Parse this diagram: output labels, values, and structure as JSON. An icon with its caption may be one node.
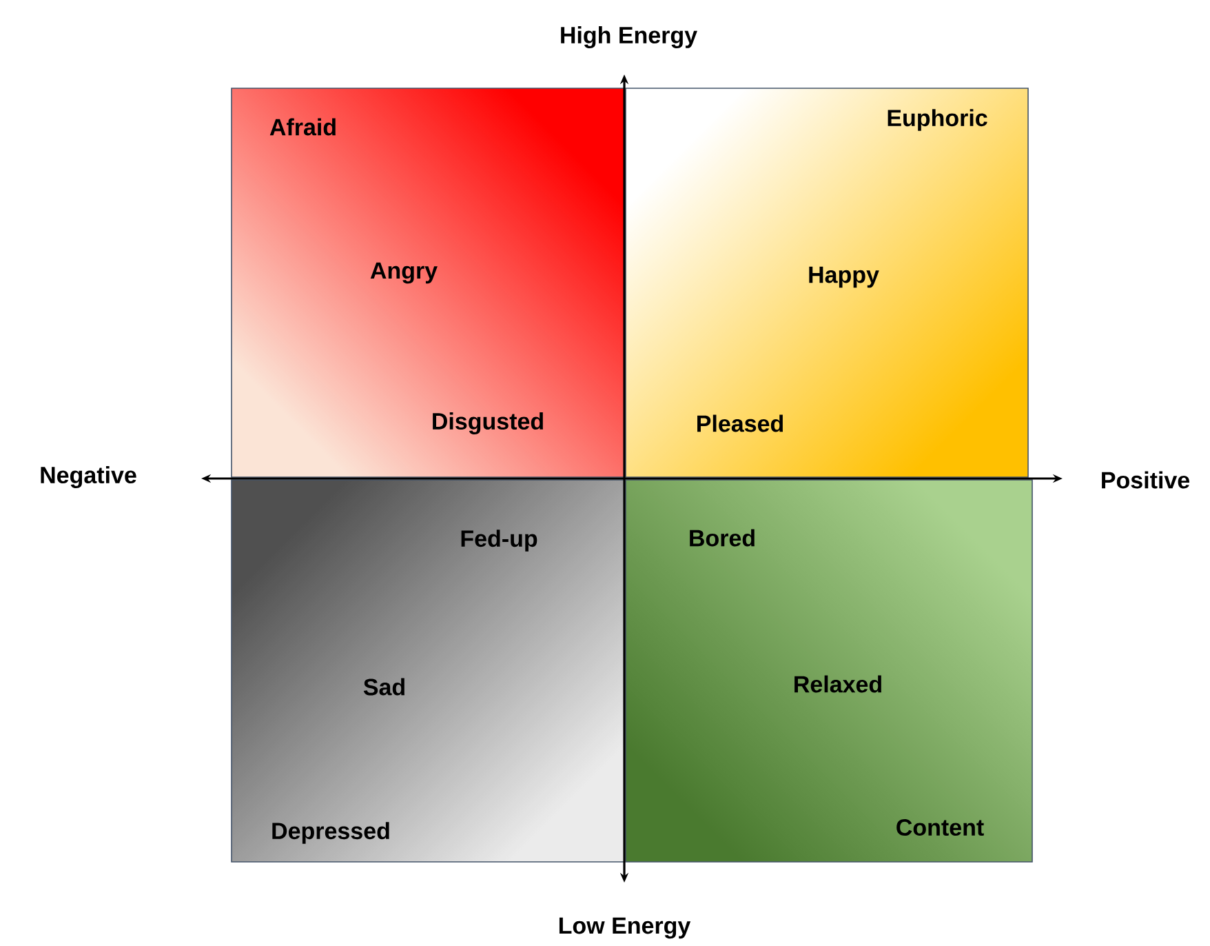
{
  "diagram": {
    "nodes": [
      {
        "text": [
          "Afraid",
          "Angry",
          "Disgusted"
        ]
      },
      {
        "text": [
          "Euphoric",
          "Happy",
          "Pleased"
        ]
      },
      {
        "text": [
          "Fed-up",
          "Sad",
          "Depressed"
        ]
      },
      {
        "text": [
          "Bored",
          "Relaxed",
          "Content"
        ]
      }
    ],
    "labels": [
      "High Energy",
      "Negative",
      "Positive",
      "Low Energy"
    ]
  }
}
